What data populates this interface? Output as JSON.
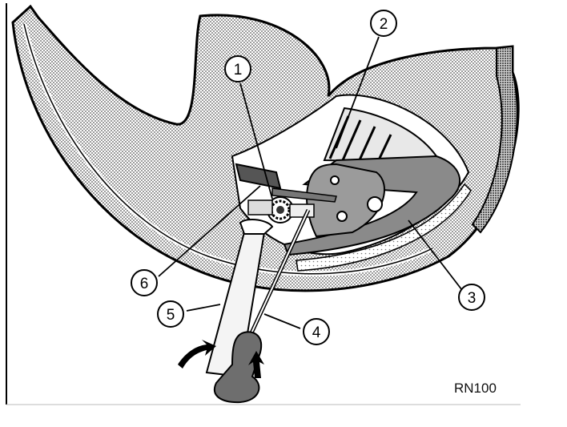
{
  "figure": {
    "reference_code": "RN100",
    "callouts": [
      {
        "id": "c1",
        "label": "1"
      },
      {
        "id": "c2",
        "label": "2"
      },
      {
        "id": "c3",
        "label": "3"
      },
      {
        "id": "c4",
        "label": "4"
      },
      {
        "id": "c5",
        "label": "5"
      },
      {
        "id": "c6",
        "label": "6"
      }
    ]
  }
}
